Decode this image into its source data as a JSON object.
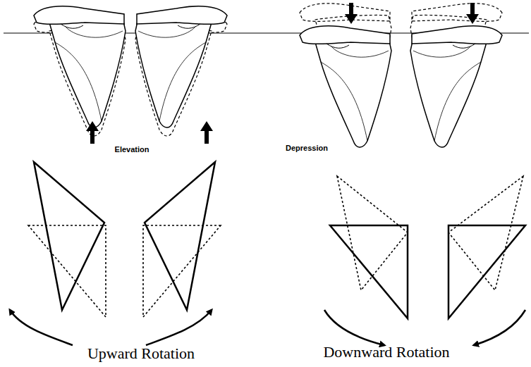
{
  "diagram": {
    "labels": [
      "Elevation",
      "Depression",
      "Upward Rotation",
      "Downward Rotation"
    ]
  }
}
